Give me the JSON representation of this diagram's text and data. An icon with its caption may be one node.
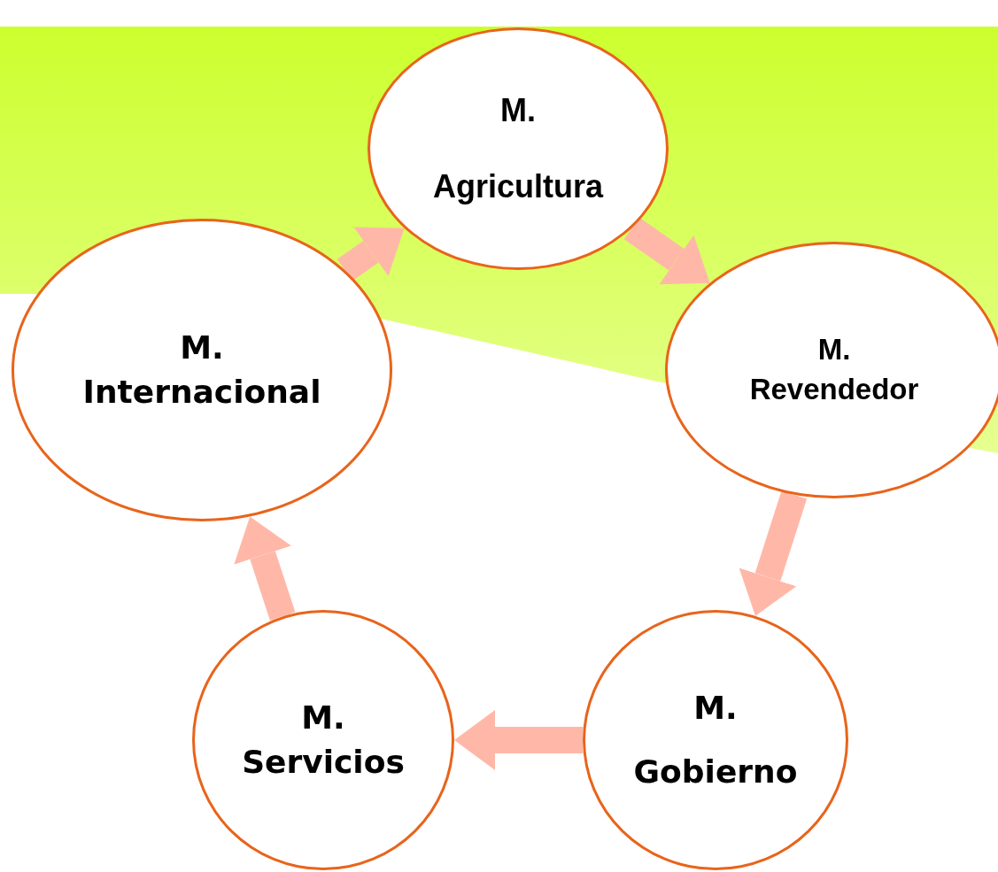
{
  "diagram": {
    "nodes": [
      {
        "text": [
          "M. Agricultura"
        ]
      },
      {
        "text": [
          "M. Revendedor"
        ]
      },
      {
        "text": [
          "M. Gobierno"
        ]
      },
      {
        "text": [
          "M. Servicios"
        ]
      },
      {
        "text": [
          "M. Internacional"
        ]
      }
    ],
    "edges": [
      {
        "from": 4,
        "to": 0,
        "arrow": "to"
      },
      {
        "from": 0,
        "to": 1,
        "arrow": "to"
      },
      {
        "from": 1,
        "to": 2,
        "arrow": "to"
      },
      {
        "from": 2,
        "to": 3,
        "arrow": "to"
      },
      {
        "from": 3,
        "to": 4,
        "arrow": "to"
      }
    ]
  }
}
